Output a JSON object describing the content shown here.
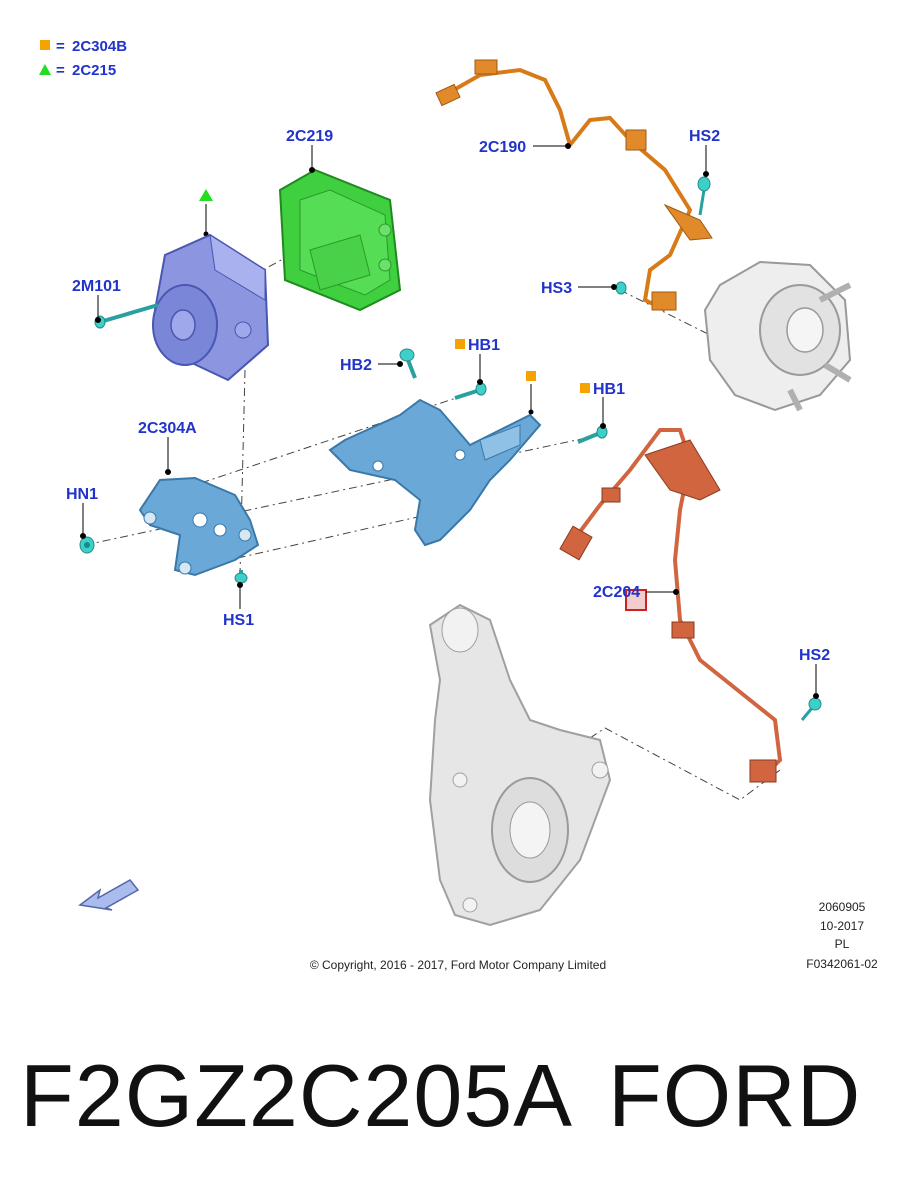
{
  "legend": {
    "square_symbol": "■",
    "square_eq": "=",
    "square_code": "2C304B",
    "triangle_symbol": "▲",
    "triangle_eq": "=",
    "triangle_code": "2C215"
  },
  "callouts": {
    "c2C219": "2C219",
    "c2M101": "2M101",
    "c2C190": "2C190",
    "cHS2_top": "HS2",
    "cHS3": "HS3",
    "cHB1_mid": "HB1",
    "cHB2": "HB2",
    "cHB1_right": "HB1",
    "c2C304A": "2C304A",
    "cHN1": "HN1",
    "cHS1": "HS1",
    "c2C204": "2C204",
    "cHS2_bottom": "HS2"
  },
  "meta": {
    "number": "2060905",
    "date": "10-2017",
    "region": "PL",
    "figure_id": "F0342061-02",
    "copyright": "© Copyright, 2016 - 2017, Ford Motor Company Limited"
  },
  "caption": {
    "part_number": "F2GZ2C205A",
    "brand": "FORD"
  },
  "colors": {
    "callout": "#2233cc",
    "legend_square": "#f5a300",
    "legend_triangle": "#22dd22",
    "abs_module": "#7a86d8",
    "abs_control": "#3fcf3f",
    "bracket": "#6aa8d8",
    "sensor_upper": "#d97a18",
    "sensor_lower": "#d0653f",
    "fastener": "#3cd0c8",
    "knuckle": "#e4e4e4"
  }
}
